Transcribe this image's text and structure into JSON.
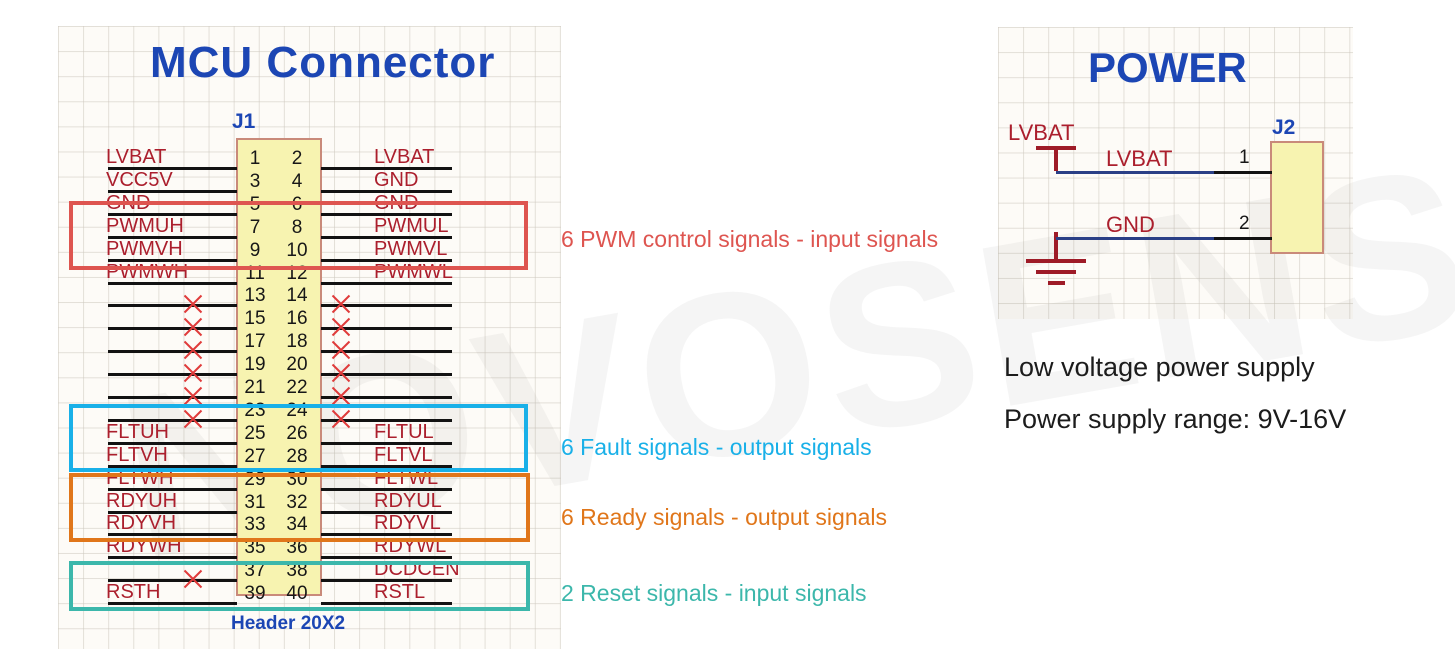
{
  "watermark": {
    "text": "NOVOSENSE"
  },
  "left_panel": {
    "title": "MCU  Connector",
    "connector": {
      "ref": "J1",
      "footprint": "Header 20X2",
      "pin_count": 40
    },
    "pin_numbers_odd": [
      "1",
      "3",
      "5",
      "7",
      "9",
      "11",
      "13",
      "15",
      "17",
      "19",
      "21",
      "23",
      "25",
      "27",
      "29",
      "31",
      "33",
      "35",
      "37",
      "39"
    ],
    "pin_numbers_even": [
      "2",
      "4",
      "6",
      "8",
      "10",
      "12",
      "14",
      "16",
      "18",
      "20",
      "22",
      "24",
      "26",
      "28",
      "30",
      "32",
      "34",
      "36",
      "38",
      "40"
    ],
    "left_nets": [
      {
        "pin": "1",
        "label": "LVBAT",
        "nc": false
      },
      {
        "pin": "3",
        "label": "VCC5V",
        "nc": false
      },
      {
        "pin": "5",
        "label": "GND",
        "nc": false
      },
      {
        "pin": "7",
        "label": "PWMUH",
        "nc": false
      },
      {
        "pin": "9",
        "label": "PWMVH",
        "nc": false
      },
      {
        "pin": "11",
        "label": "PWMWH",
        "nc": false
      },
      {
        "pin": "13",
        "label": "",
        "nc": true
      },
      {
        "pin": "15",
        "label": "",
        "nc": true
      },
      {
        "pin": "17",
        "label": "",
        "nc": true
      },
      {
        "pin": "19",
        "label": "",
        "nc": true
      },
      {
        "pin": "21",
        "label": "",
        "nc": true
      },
      {
        "pin": "23",
        "label": "",
        "nc": true
      },
      {
        "pin": "25",
        "label": "FLTUH",
        "nc": false
      },
      {
        "pin": "27",
        "label": "FLTVH",
        "nc": false
      },
      {
        "pin": "29",
        "label": "FLTWH",
        "nc": false
      },
      {
        "pin": "31",
        "label": "RDYUH",
        "nc": false
      },
      {
        "pin": "33",
        "label": "RDYVH",
        "nc": false
      },
      {
        "pin": "35",
        "label": "RDYWH",
        "nc": false
      },
      {
        "pin": "37",
        "label": "",
        "nc": true
      },
      {
        "pin": "39",
        "label": "RSTH",
        "nc": false
      }
    ],
    "right_nets": [
      {
        "pin": "2",
        "label": "LVBAT",
        "nc": false
      },
      {
        "pin": "4",
        "label": "GND",
        "nc": false
      },
      {
        "pin": "6",
        "label": "GND",
        "nc": false
      },
      {
        "pin": "8",
        "label": "PWMUL",
        "nc": false
      },
      {
        "pin": "10",
        "label": "PWMVL",
        "nc": false
      },
      {
        "pin": "12",
        "label": "PWMWL",
        "nc": false
      },
      {
        "pin": "14",
        "label": "",
        "nc": true
      },
      {
        "pin": "16",
        "label": "",
        "nc": true
      },
      {
        "pin": "18",
        "label": "",
        "nc": true
      },
      {
        "pin": "20",
        "label": "",
        "nc": true
      },
      {
        "pin": "22",
        "label": "",
        "nc": true
      },
      {
        "pin": "24",
        "label": "",
        "nc": true
      },
      {
        "pin": "26",
        "label": "FLTUL",
        "nc": false
      },
      {
        "pin": "28",
        "label": "FLTVL",
        "nc": false
      },
      {
        "pin": "30",
        "label": "FLTWL",
        "nc": false
      },
      {
        "pin": "32",
        "label": "RDYUL",
        "nc": false
      },
      {
        "pin": "34",
        "label": "RDYVL",
        "nc": false
      },
      {
        "pin": "36",
        "label": "RDYWL",
        "nc": false
      },
      {
        "pin": "38",
        "label": "DCDCEN",
        "nc": false
      },
      {
        "pin": "40",
        "label": "RSTL",
        "nc": false
      }
    ],
    "groups": [
      {
        "id": "pwm",
        "callout": "6 PWM control signals - input signals",
        "color": "#de5550"
      },
      {
        "id": "fault",
        "callout": "6 Fault signals - output signals",
        "color": "#19b0e8"
      },
      {
        "id": "ready",
        "callout": "6 Ready signals - output signals",
        "color": "#e0761a"
      },
      {
        "id": "reset",
        "callout": "2 Reset signals - input signals",
        "color": "#3cb7ab"
      }
    ]
  },
  "right_panel": {
    "title": "POWER",
    "connector": {
      "ref": "J2"
    },
    "port_label": "LVBAT",
    "rows": [
      {
        "net": "LVBAT",
        "pin": "1"
      },
      {
        "net": "GND",
        "pin": "2"
      }
    ],
    "notes": [
      "Low voltage power supply",
      "Power supply range: 9V-16V"
    ]
  },
  "colors": {
    "title_blue": "#1c46b4",
    "net_red": "#ab1f2d",
    "pad_yellow": "#f7f3b0",
    "pad_border": "#c98a7a",
    "wire_black": "#121212",
    "net_blue": "#2a3f86",
    "nc_red": "#e03b3b",
    "pwm_red": "#de5550",
    "fault_cyan": "#19b0e8",
    "ready_orange": "#e0761a",
    "reset_teal": "#3cb7ab"
  }
}
